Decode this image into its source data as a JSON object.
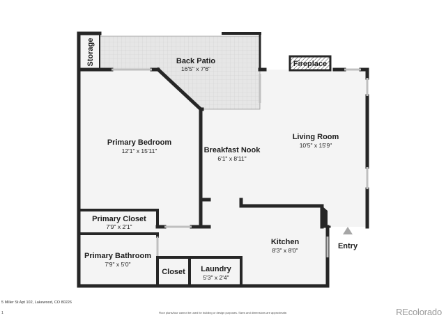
{
  "rooms": {
    "back_patio": {
      "name": "Back Patio",
      "dims": "16'5\" x 7'6\""
    },
    "storage": {
      "name": "Storage"
    },
    "fireplace": {
      "name": "Fireplace"
    },
    "primary_bedroom": {
      "name": "Primary Bedroom",
      "dims": "12'1\" x 15'11\""
    },
    "breakfast_nook": {
      "name": "Breakfast Nook",
      "dims": "6'1\" x 8'11\""
    },
    "living_room": {
      "name": "Living Room",
      "dims": "10'5\" x 15'9\""
    },
    "primary_closet": {
      "name": "Primary Closet",
      "dims": "7'9\" x 2'1\""
    },
    "kitchen": {
      "name": "Kitchen",
      "dims": "8'3\" x 8'0\""
    },
    "primary_bathroom": {
      "name": "Primary Bathroom",
      "dims": "7'9\" x 5'0\""
    },
    "closet": {
      "name": "Closet"
    },
    "laundry": {
      "name": "Laundry",
      "dims": "5'3\" x 2'4\""
    },
    "entry": {
      "name": "Entry"
    }
  },
  "footer": {
    "address": "5 Miller St Apt 102, Lakewood, CO 80226",
    "page": "1",
    "disclaimer": "Floor plans/tour cannot be used for building or design purposes. Sizes and dimensions are approximate.",
    "watermark": "REcolorado"
  },
  "colors": {
    "wall": "#262626",
    "floor": "#f4f4f4",
    "patio": "#e6e6e6",
    "window": "#bfbfbf",
    "entry_arrow": "#a6a6a6"
  }
}
